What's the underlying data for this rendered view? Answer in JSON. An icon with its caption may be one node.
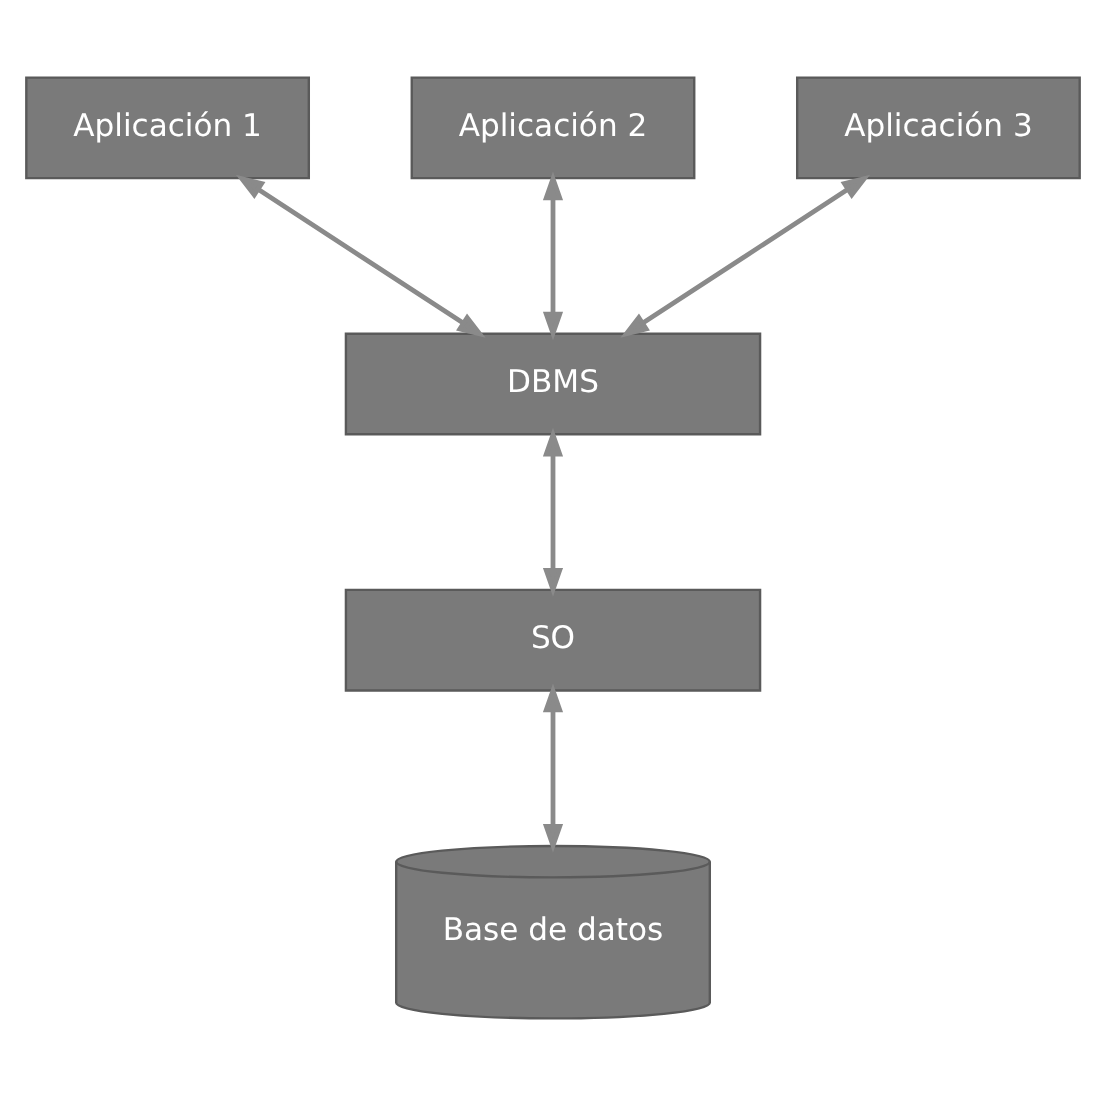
{
  "diagram": {
    "nodes": [
      {
        "text": [
          "Aplicación 1"
        ]
      },
      {
        "text": [
          "Aplicación 2"
        ]
      },
      {
        "text": [
          "Aplicación 3"
        ]
      },
      {
        "text": [
          "DBMS"
        ]
      },
      {
        "text": [
          "SO"
        ]
      },
      {
        "text": [
          "Base de datos"
        ]
      }
    ],
    "edges": [
      {
        "from": 0,
        "to": 3,
        "arrow": "both"
      },
      {
        "from": 1,
        "to": 3,
        "arrow": "both"
      },
      {
        "from": 2,
        "to": 3,
        "arrow": "both"
      },
      {
        "from": 3,
        "to": 4,
        "arrow": "both"
      },
      {
        "from": 4,
        "to": 5,
        "arrow": "both"
      }
    ]
  }
}
